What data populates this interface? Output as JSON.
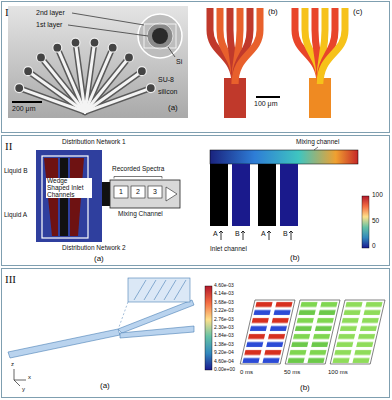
{
  "diagram": {
    "nodes": [
      {
        "text": [
          "I"
        ]
      },
      {
        "text": [
          "II"
        ]
      },
      {
        "text": [
          "III"
        ]
      }
    ],
    "labels": [
      "2nd layer",
      "1st layer",
      "Si",
      "SU-8",
      "silicon",
      "200 μm",
      "(a)",
      "(b)",
      "100 μm",
      "(c)",
      "Distribution Network 1",
      "Liquid B",
      "Wedge Shaped Inlet Channels",
      "Recorded Spectra",
      "1",
      "2",
      "3",
      "Liquid A",
      "Mixing Channel",
      "Distribution Network 2",
      "(a)",
      "Mixing channel",
      "100",
      "50",
      "0",
      "A",
      "B",
      "A",
      "B",
      "Inlet channel",
      "(b)",
      "4.60e-03",
      "4.14e-03",
      "3.68e-03",
      "3.22e-03",
      "2.76e-03",
      "2.30e-03",
      "1.84e-03",
      "1.38e-03",
      "9.20e-04",
      "4.60e-04",
      "0.00e+00",
      "0 ms",
      "50 ms",
      "100 ms",
      "z",
      "x",
      "y",
      "(a)",
      "(b)"
    ]
  }
}
